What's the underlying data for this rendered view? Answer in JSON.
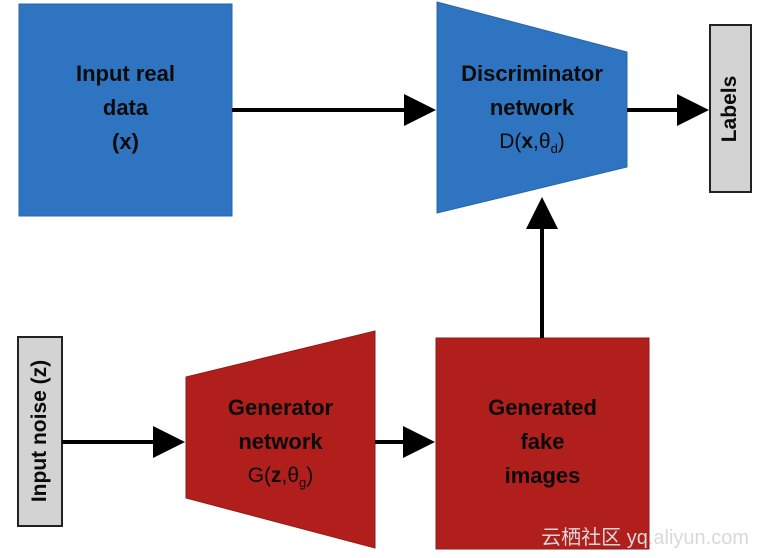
{
  "real_data": {
    "line1": "Input real",
    "line2": "data",
    "line3": "(x)"
  },
  "discriminator": {
    "line1": "Discriminator",
    "line2": "network",
    "formula_prefix": "D(",
    "formula_bold": "x",
    "formula_mid": ",θ",
    "formula_sub": "d",
    "formula_suffix": ")"
  },
  "labels_box": {
    "text": "Labels"
  },
  "noise_box": {
    "text": "Input noise (z)"
  },
  "generator": {
    "line1": "Generator",
    "line2": "network",
    "formula_prefix": "G(",
    "formula_bold": "z",
    "formula_mid": ",θ",
    "formula_sub": "g",
    "formula_suffix": ")"
  },
  "generated": {
    "line1": "Generated",
    "line2": "fake",
    "line3": "images"
  },
  "watermark": {
    "text": "云栖社区 yq.aliyun.com"
  },
  "colors": {
    "blue": "#2f74c0",
    "red": "#b01f1b",
    "gray": "#d3d3d3"
  }
}
